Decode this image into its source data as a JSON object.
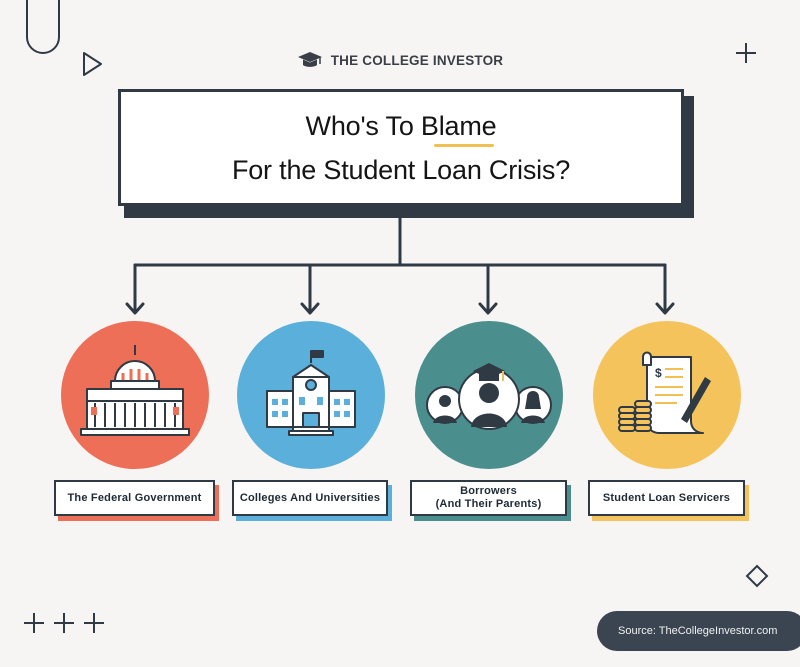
{
  "brand": {
    "name": "THE COLLEGE INVESTOR",
    "logo_icon": "graduation-cap-icon"
  },
  "title": {
    "line1": "Who's To Blame",
    "line2": "For the Student Loan Crisis?"
  },
  "categories": [
    {
      "label": "The Federal Government",
      "color": "#ee6f57",
      "icon": "capitol-building-icon"
    },
    {
      "label": "Colleges And Universities",
      "color": "#5aafdb",
      "icon": "school-building-icon"
    },
    {
      "label_line1": "Borrowers",
      "label_line2": "(And Their Parents)",
      "color": "#4a8e8e",
      "icon": "graduate-family-icon"
    },
    {
      "label": "Student Loan Servicers",
      "color": "#f5c35c",
      "icon": "bill-and-coins-icon"
    }
  ],
  "source": "Source: TheCollegeInvestor.com",
  "colors": {
    "background": "#f6f5f3",
    "ink": "#2f3a45",
    "accent_yellow": "#f2bf52"
  }
}
